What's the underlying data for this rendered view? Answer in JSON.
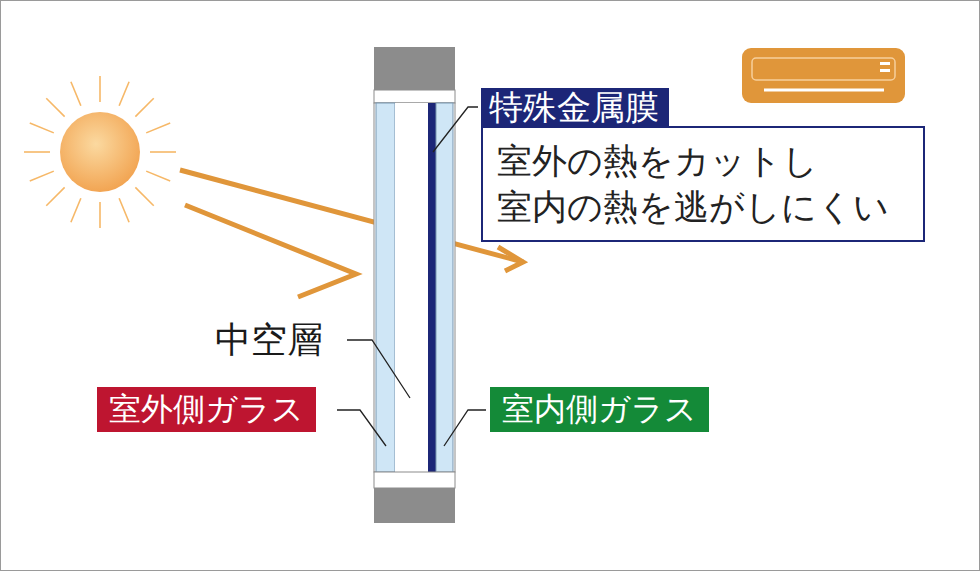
{
  "diagram": {
    "nodes": [
      {
        "text": [
          "特殊金属膜",
          "室外の熱をカットし 室内の熱を逃がしにくい"
        ]
      },
      {
        "text": [
          "室外側ガラス"
        ]
      },
      {
        "text": [
          "室内側ガラス"
        ]
      }
    ],
    "labels": [
      "中空層"
    ]
  }
}
